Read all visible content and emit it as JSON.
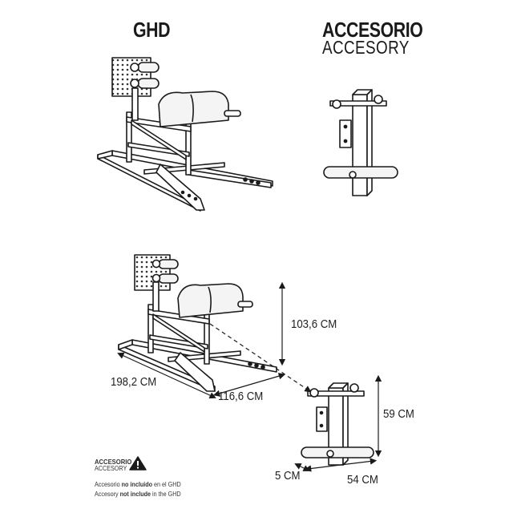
{
  "titles": {
    "ghd": "GHD",
    "accessory": "ACCESORIO",
    "accessory_en": "ACCESORY"
  },
  "dimensions": {
    "height": "103,6 CM",
    "length": "198,2 CM",
    "width": "116,6 CM",
    "accessory_height": "59 CM",
    "accessory_depth": "5 CM",
    "accessory_width": "54 CM"
  },
  "note": {
    "title": "ACCESORIO",
    "subtitle": "ACCESORY",
    "es_prefix": "Accesorio ",
    "es_bold": "no incluido",
    "es_suffix": " en el GHD",
    "en_prefix": "Accesory ",
    "en_bold": "not include",
    "en_suffix": " in the GHD"
  },
  "icons": {
    "warning": "warning-triangle-icon"
  },
  "colors": {
    "line": "#1a1a1a",
    "fill": "#ffffff",
    "pad": "#f2f2f2"
  }
}
